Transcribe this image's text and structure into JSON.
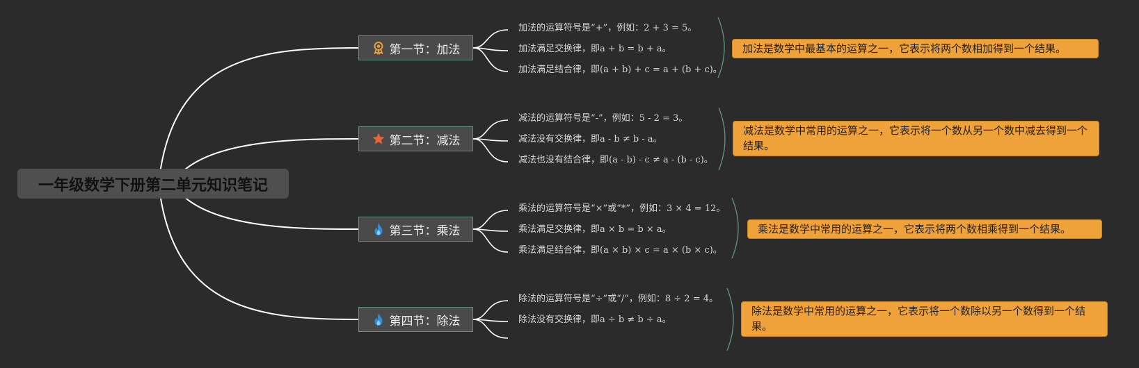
{
  "root": {
    "title": "一年级数学下册第二单元知识笔记"
  },
  "sections": [
    {
      "title": "第一节：加法",
      "icon": "award-ribbon-icon",
      "icon_color": "#e8a13a",
      "details": [
        "加法的运算符号是“+”，例如：2 + 3 = 5。",
        "加法满足交换律，即a + b = b + a。",
        "加法满足结合律，即(a + b) + c = a + (b + c)。"
      ],
      "summary": "加法是数学中最基本的运算之一，它表示将两个数相加得到一个结果。"
    },
    {
      "title": "第二节：减法",
      "icon": "star-icon",
      "icon_color": "#e8643a",
      "details": [
        "减法的运算符号是“-”，例如：5 - 2 = 3。",
        "减法没有交换律，即a - b ≠ b - a。",
        "减法也没有结合律，即(a - b) - c ≠ a - (b - c)。"
      ],
      "summary": "减法是数学中常用的运算之一，它表示将一个数从另一个数中减去得到一个结果。"
    },
    {
      "title": "第三节：乘法",
      "icon": "flame-icon",
      "icon_color": "#2e8fdc",
      "details": [
        "乘法的运算符号是“×”或“*”，例如：3 × 4 = 12。",
        "乘法满足交换律，即a × b = b × a。",
        "乘法满足结合律，即(a × b) × c = a × (b × c)。"
      ],
      "summary": "乘法是数学中常用的运算之一，它表示将两个数相乘得到一个结果。"
    },
    {
      "title": "第四节：除法",
      "icon": "flame-icon",
      "icon_color": "#2e8fdc",
      "details": [
        "除法的运算符号是“÷”或“/”，例如：8 ÷ 2 = 4。",
        "除法没有交换律，即a ÷ b ≠ b ÷ a。"
      ],
      "summary": "除法是数学中常用的运算之一，它表示将一个数除以另一个数得到一个结果。"
    }
  ],
  "colors": {
    "background": "#2b2b2b",
    "connector": "#ffffff",
    "bracket": "#5e8f80",
    "summary_fill": "#f0a23a"
  }
}
